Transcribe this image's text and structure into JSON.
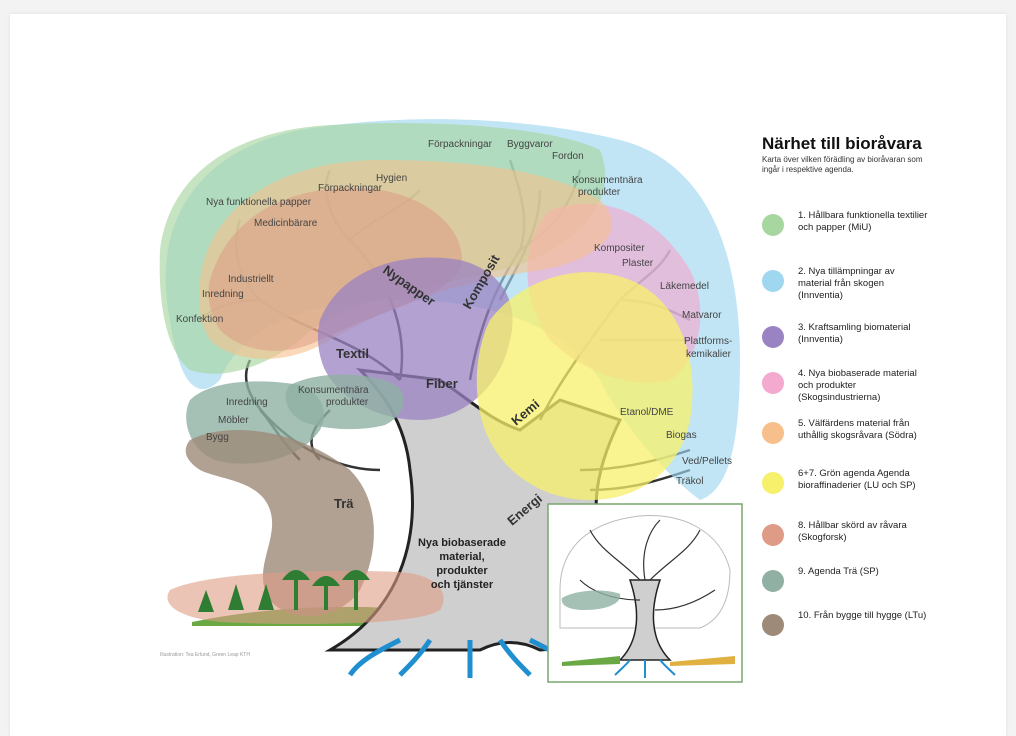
{
  "legend": {
    "title": "Närhet till bioråvara",
    "subtitle": "Karta över vilken förädling av bioråvaran som ingår i respektive agenda.",
    "items": [
      {
        "label": "1. Hållbara funktionella textilier och papper (MiU)",
        "color": "#a7d6a0"
      },
      {
        "label": "2. Nya tillämpningar av material från skogen (Innventia)",
        "color": "#9fd7f0"
      },
      {
        "label": "3. Kraftsamling biomaterial (Innventia)",
        "color": "#9a83c2"
      },
      {
        "label": "4. Nya biobaserade material och produkter (Skogsindustrierna)",
        "color": "#f4a9cf"
      },
      {
        "label": "5. Välfärdens material från uthållig skogsråvara (Södra)",
        "color": "#f7bf8c"
      },
      {
        "label": "6+7. Grön agenda Agenda bioraffinaderier (LU och SP)",
        "color": "#f7f06a"
      },
      {
        "label": "8. Hållbar skörd av råvara (Skogforsk)",
        "color": "#de9c86"
      },
      {
        "label": "9. Agenda Trä (SP)",
        "color": "#8fb0a3"
      },
      {
        "label": "10. Från bygge till hygge (LTu)",
        "color": "#9d8a78"
      }
    ]
  },
  "branches": {
    "textil": "Textil",
    "nypapper": "Nypapper",
    "komposit": "Komposit",
    "fiber": "Fiber",
    "kemi": "Kemi",
    "tra": "Trä",
    "energi": "Energi"
  },
  "trunk": {
    "line1": "Nya biobaserade",
    "line2": "material,",
    "line3": "produkter",
    "line4": "och tjänster"
  },
  "products": {
    "forpackningar_top": "Förpackningar",
    "byggvaror": "Byggvaror",
    "fordon": "Fordon",
    "hygien": "Hygien",
    "konsument_top_1": "Konsumentnära",
    "konsument_top_2": "produkter",
    "forpackningar_mid": "Förpackningar",
    "nya_funktionella": "Nya funktionella papper",
    "medicinbarare": "Medicinbärare",
    "industriellt": "Industriellt",
    "inredning_top": "Inredning",
    "konfektion": "Konfektion",
    "kompositer": "Kompositer",
    "plaster": "Plaster",
    "lakemedel": "Läkemedel",
    "matvaror": "Matvaror",
    "plattforms_1": "Plattforms-",
    "plattforms_2": "kemikalier",
    "inredning_low": "Inredning",
    "konsument_low_1": "Konsumentnära",
    "konsument_low_2": "produkter",
    "mobler": "Möbler",
    "bygg": "Bygg",
    "etanol": "Etanol/DME",
    "biogas": "Biogas",
    "ved": "Ved/Pellets",
    "trakol": "Träkol"
  },
  "credit": "Illustration: Tea Erlund, Green Leap KTH"
}
